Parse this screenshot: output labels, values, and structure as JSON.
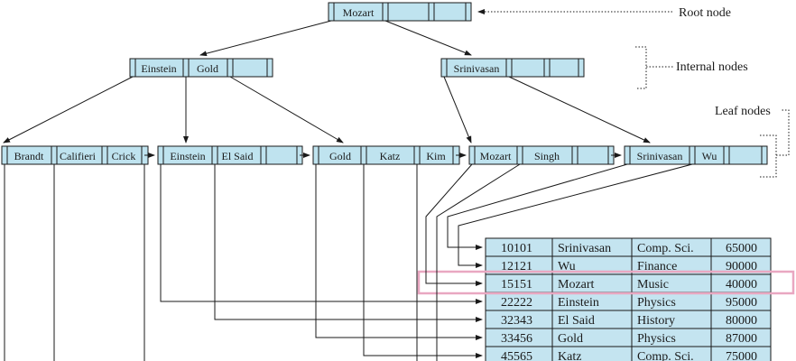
{
  "annotations": {
    "root": "Root node",
    "internal": "Internal nodes",
    "leaf": "Leaf nodes"
  },
  "tree": {
    "root": [
      "Mozart"
    ],
    "internal_left": [
      "Einstein",
      "Gold"
    ],
    "internal_right": [
      "Srinivasan"
    ],
    "leaves": [
      [
        "Brandt",
        "Califieri",
        "Crick"
      ],
      [
        "Einstein",
        "El Said"
      ],
      [
        "Gold",
        "Katz",
        "Kim"
      ],
      [
        "Mozart",
        "Singh"
      ],
      [
        "Srinivasan",
        "Wu"
      ]
    ]
  },
  "table": {
    "rows": [
      [
        "10101",
        "Srinivasan",
        "Comp. Sci.",
        "65000"
      ],
      [
        "12121",
        "Wu",
        "Finance",
        "90000"
      ],
      [
        "15151",
        "Mozart",
        "Music",
        "40000"
      ],
      [
        "22222",
        "Einstein",
        "Physics",
        "95000"
      ],
      [
        "32343",
        "El Said",
        "History",
        "80000"
      ],
      [
        "33456",
        "Gold",
        "Physics",
        "87000"
      ],
      [
        "45565",
        "Katz",
        "Comp. Sci.",
        "75000"
      ]
    ],
    "highlighted_row": 2
  },
  "colors": {
    "node_fill": "#bfe3ef",
    "table_fill": "#c4e4f0",
    "highlight": "#e9a7c1",
    "line": "#1a1a1a"
  }
}
